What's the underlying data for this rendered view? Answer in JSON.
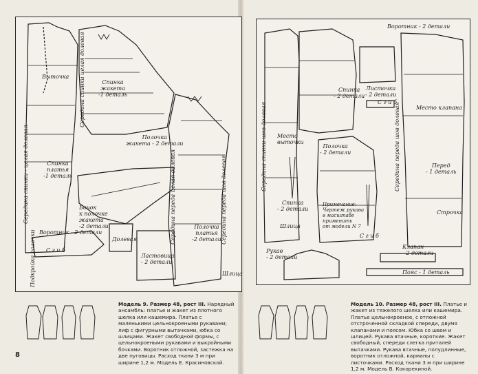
{
  "page_number": "8",
  "left": {
    "labels": {
      "vykroyka": "Выточка",
      "spinka_zhaketa": "Спинка\nжакета\n-1 деталь",
      "polochka_zhaketa": "Полочка\nжакета - 2 детали",
      "spinka_platya": "Спинка\nплатья\n-1 деталь",
      "bochok": "Бочок\nк полочке\nжакета\n-2 детали",
      "vorotnik": "Воротник - 2 детали",
      "sgib": "С г и б",
      "dolevaya": "Долевая",
      "lastochka": "Ластовица\n- 2 детали",
      "polochka_platya": "Полочка\nплатья\n-2 детали",
      "shlitsa": "Шлица"
    },
    "vertical_labels": {
      "seredina_spinki": "Середина спинки - целая долевая",
      "seredina_spinki_zhaketa": "Середина спинки целая долевая",
      "seredina_perednika": "Середина переда целая долевая",
      "seredina_perednika_2": "Середина переда шов долевая",
      "podkroyka": "Подкройка полочки"
    },
    "caption_title": "Модель 9. Размер 48, рост III.",
    "caption_text": "Нарядный ансамбль: платье и жакет из плотного шелка или кашемира. Платье с маленькими цельнокроеными рукавами; лиф с фигурными вытачками, юбка со шлицами. Жакет свободной формы, с цельнокроеными рукавами и выкройными бочками. Воротник отложной, застежка на две пуговицы. Расход ткани 3 м при ширине 1,2 м. Модель Е. Красиновской."
  },
  "right": {
    "labels": {
      "vorotnik": "Воротник - 2 детали",
      "spinka": "Спинка\n- 2 детали",
      "listochka": "Листочка\n- 2 детали",
      "sgib": "С г и б",
      "mesto_klapana": "Место клапана",
      "polochka": "Полочка\n- 2 детали",
      "spinka2": "Спинка\n- 2 детали",
      "primechanie": "Примечание:\nЧертеж рукава\nв масштабе\nприменить\nот модели N 7",
      "shlitsa": "Шлица",
      "pered": "Перед\n- 1 деталь",
      "strochka": "Строчка",
      "rukav": "Рукав\n- 2 детали",
      "klapan": "Клапан\n- 2 детали",
      "poyas": "Пояс - 1 деталь",
      "mesto_vytachki": "Место\nвыточки",
      "sgib2": "С г и б"
    },
    "vertical_labels": {
      "seredina_spinki_shov": "Середина спинки шов долевая",
      "seredina_perednika": "Середина переда шов долевая"
    },
    "caption_title": "Модель 10. Размер 48, рост III.",
    "caption_text": "Платье и жакет из тяжелого шелка или кашемира. Платье цельнокроеное, с отложной отстроченной складкой спереди, двумя клапанами и поясом. Юбка со швом и шлицей. Рукава втачные, короткие. Жакет свободный, спереди слегка приталей вытачками. Рукава втачные, полудлинные, воротник отложной, карманы с листочками. Расход ткани 3 м при ширине 1,2 м. Модель В. Кокорекиной."
  }
}
